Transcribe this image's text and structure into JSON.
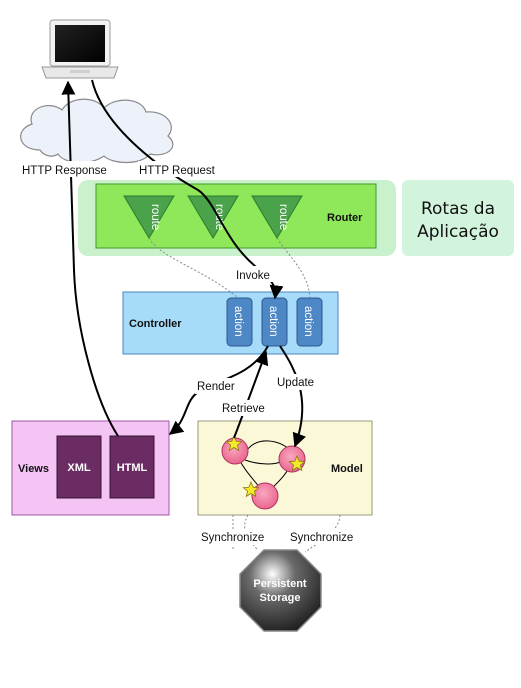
{
  "labels": {
    "http_response": "HTTP Response",
    "http_request": "HTTP Request",
    "invoke": "Invoke",
    "render": "Render",
    "update": "Update",
    "retrieve": "Retrieve",
    "synchronize_left": "Synchronize",
    "synchronize_right": "Synchronize"
  },
  "router": {
    "title": "Router",
    "routes": [
      "route",
      "route",
      "route"
    ]
  },
  "callout": {
    "line1": "Rotas da",
    "line2": "Aplicação"
  },
  "controller": {
    "title": "Controller",
    "actions": [
      "action",
      "action",
      "action"
    ]
  },
  "views": {
    "title": "Views",
    "formats": [
      "XML",
      "HTML"
    ]
  },
  "model": {
    "title": "Model"
  },
  "storage": {
    "line1": "Persistent",
    "line2": "Storage"
  },
  "colors": {
    "router_fill": "#8fe85a",
    "router_halo": "#c9f2cc",
    "route_triangle": "#4aa24a",
    "callout_fill": "#d3f4dc",
    "controller_fill": "#a6dcfa",
    "action_fill": "#4d87c6",
    "views_fill": "#f4c4f4",
    "format_fill": "#6a2c62",
    "model_fill": "#fbf8d8",
    "model_node": "#f17fa2",
    "star": "#f5e92c",
    "storage_fill": "#2a2a2a"
  }
}
